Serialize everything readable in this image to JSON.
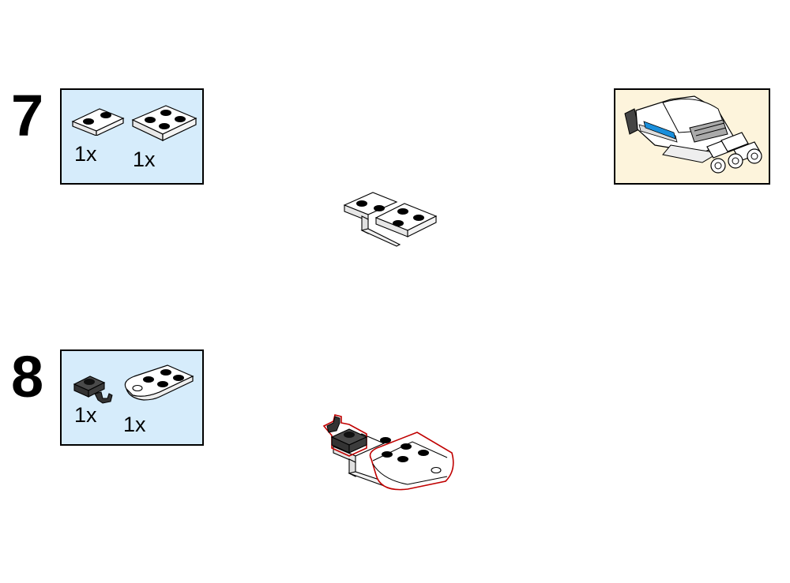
{
  "steps": [
    {
      "number": "7",
      "parts": [
        {
          "name": "plate-1x2",
          "quantity": "1x"
        },
        {
          "name": "plate-2x2",
          "quantity": "1x"
        }
      ]
    },
    {
      "number": "8",
      "parts": [
        {
          "name": "plate-1x1-clip",
          "quantity": "1x",
          "color": "#3a3a3a"
        },
        {
          "name": "plate-2x3-rounded",
          "quantity": "1x"
        }
      ]
    }
  ],
  "colors": {
    "parts_box_bg": "#d6ecfb",
    "preview_box_bg": "#fdf4dc",
    "highlight_outline": "#c00000",
    "accent_blue": "#1a8fdc"
  }
}
